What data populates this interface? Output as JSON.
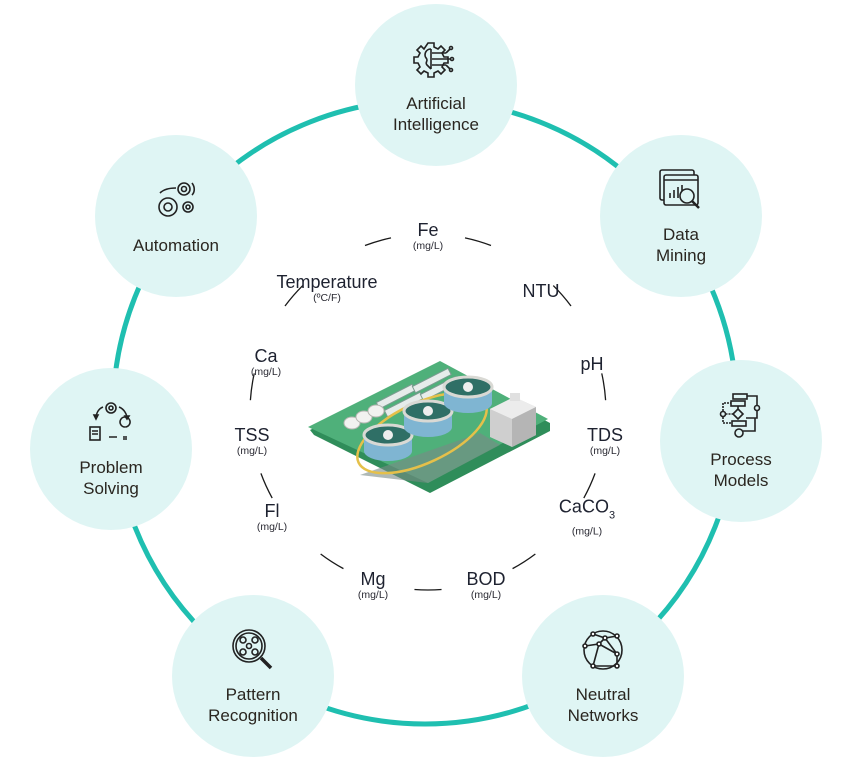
{
  "colors": {
    "ring": "#1fbfb0",
    "node_fill": "#dff5f4",
    "text": "#2a2620",
    "inner_ring": "#1a1a1a"
  },
  "outer_nodes": [
    {
      "id": "ai",
      "icon": "ai-brain-gear-icon",
      "lines": [
        "Artificial",
        "Intelligence"
      ]
    },
    {
      "id": "data-mining",
      "icon": "data-mining-magnifier-icon",
      "lines": [
        "Data",
        "Mining"
      ]
    },
    {
      "id": "process-models",
      "icon": "flowchart-icon",
      "lines": [
        "Process",
        "Models"
      ]
    },
    {
      "id": "neutral-networks",
      "icon": "network-globe-icon",
      "lines": [
        "Neutral",
        "Networks"
      ]
    },
    {
      "id": "pattern-recognition",
      "icon": "pattern-magnifier-icon",
      "lines": [
        "Pattern",
        "Recognition"
      ]
    },
    {
      "id": "problem-solving",
      "icon": "cycle-idea-icon",
      "lines": [
        "Problem",
        "Solving"
      ]
    },
    {
      "id": "automation",
      "icon": "gears-icon",
      "lines": [
        "Automation"
      ]
    }
  ],
  "parameters": [
    {
      "name": "Fe",
      "unit": "(mg/L)"
    },
    {
      "name": "NTU",
      "unit": ""
    },
    {
      "name": "pH",
      "unit": ""
    },
    {
      "name": "TDS",
      "unit": "(mg/L)"
    },
    {
      "name": "CaCO",
      "sub": "3",
      "unit": "(mg/L)"
    },
    {
      "name": "BOD",
      "unit": "(mg/L)"
    },
    {
      "name": "Mg",
      "unit": "(mg/L)"
    },
    {
      "name": "Fl",
      "unit": "(mg/L)"
    },
    {
      "name": "TSS",
      "unit": "(mg/L)"
    },
    {
      "name": "Ca",
      "unit": "(mg/L)"
    },
    {
      "name": "Temperature",
      "unit": "(ºC/F)"
    }
  ],
  "center_image": "water-treatment-plant-illustration"
}
